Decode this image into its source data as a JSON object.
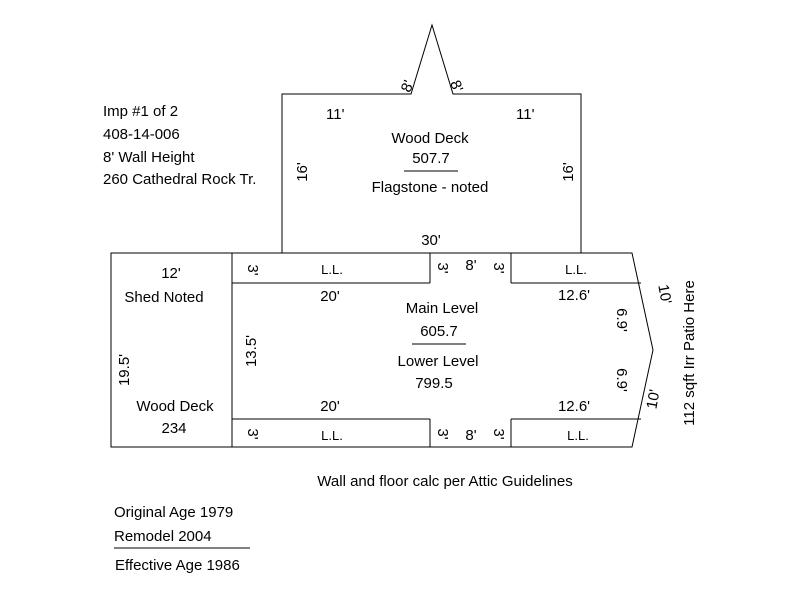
{
  "info": {
    "imp": "Imp #1 of 2",
    "parcel": "408-14-006",
    "wall_height": "8' Wall Height",
    "address": "260 Cathedral Rock Tr."
  },
  "upper_deck": {
    "dim_top_left": "11'",
    "dim_top_right": "11'",
    "dim_peak_left": "8'",
    "dim_peak_right": "8'",
    "dim_left": "16'",
    "dim_right": "16'",
    "dim_bottom": "30'",
    "label": "Wood Deck",
    "area": "507.7",
    "note": "Flagstone - noted"
  },
  "shed": {
    "dim_top": "12'",
    "label": "Shed Noted",
    "dim_left": "19.5'"
  },
  "shed_deck": {
    "label": "Wood Deck",
    "area": "234"
  },
  "main": {
    "ll_label": "L.L.",
    "dim_3": "3'",
    "dim_8": "8'",
    "dim_20": "20'",
    "dim_126": "12.6'",
    "dim_135": "13.5'",
    "dim_69": "6.9'",
    "dim_10": "10'",
    "level1_label": "Main Level",
    "level1_area": "605.7",
    "level2_label": "Lower Level",
    "level2_area": "799.5"
  },
  "side_note": "112 sqft Irr Patio Here",
  "footer_note": "Wall and floor calc per Attic Guidelines",
  "ages": {
    "original": "Original Age 1979",
    "remodel": "Remodel 2004",
    "effective": "Effective Age 1986"
  }
}
